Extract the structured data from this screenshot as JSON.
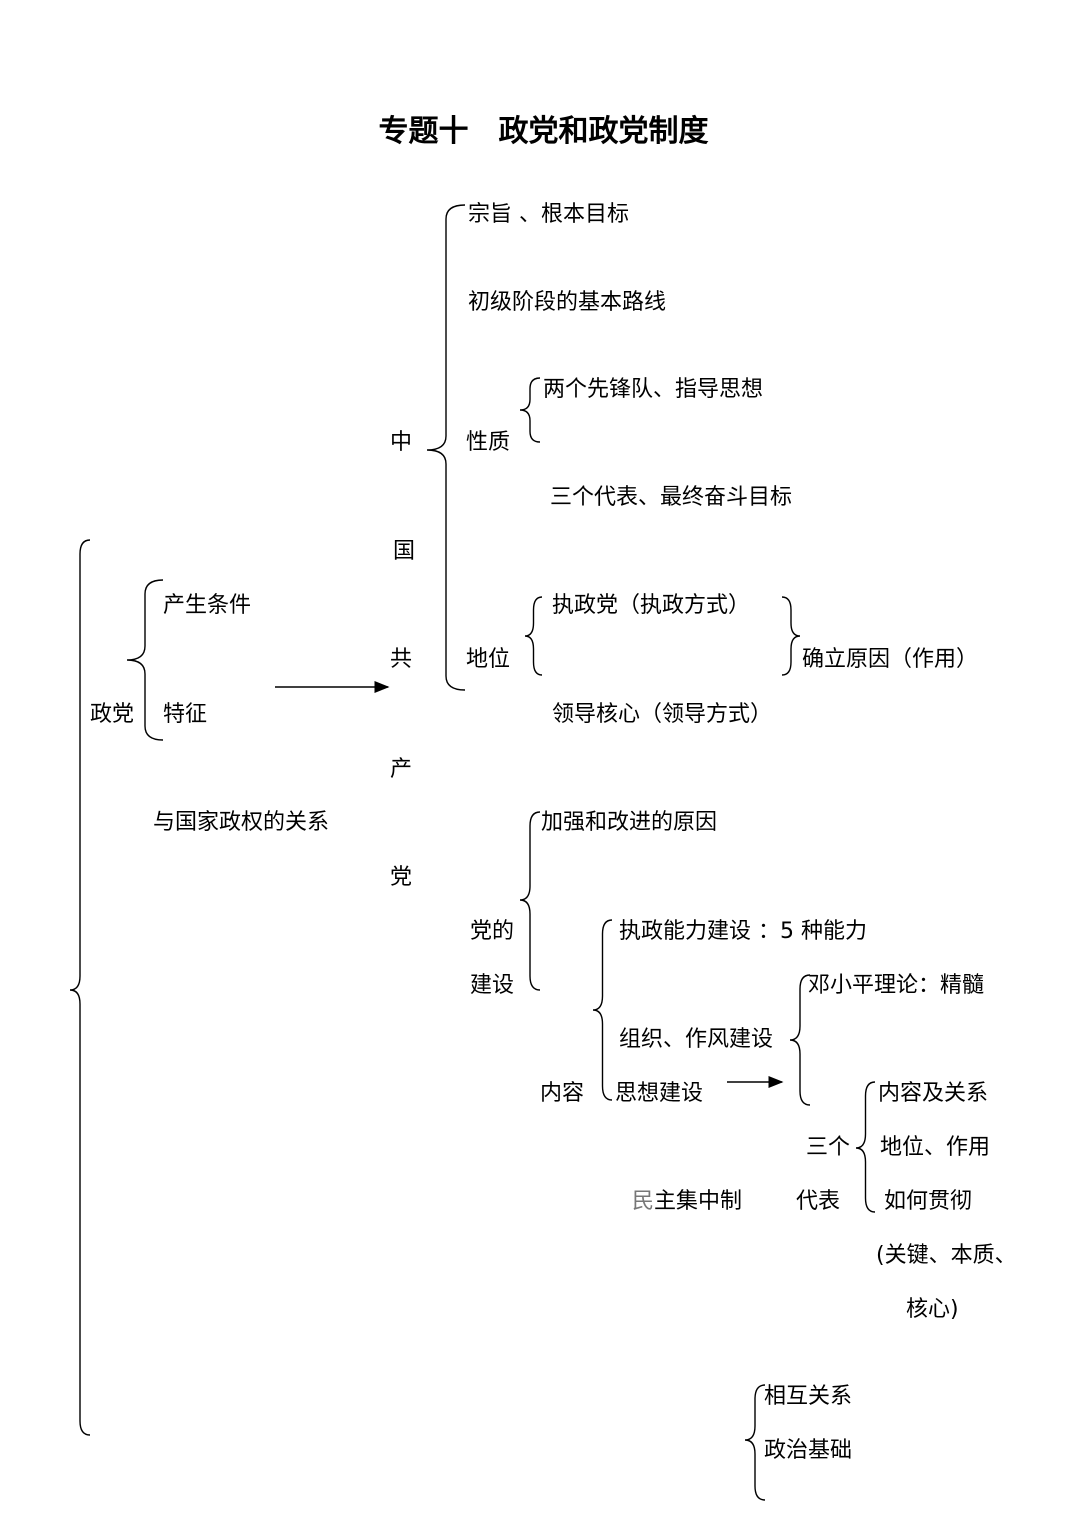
{
  "title": "专题十　政党和政党制度",
  "nodes": {
    "zongzhi": "宗旨 、根本目标",
    "luxian": "初级阶段的基本路线",
    "xianfengdui": "两个先锋队、指导思想",
    "zhong": "中",
    "xingzhi": "性质",
    "sange_daibiao_mubiao": "三个代表、最终奋斗目标",
    "guo": "国",
    "chansheng": "产生条件",
    "zhizhengdang": "执政党（执政方式）",
    "gong": "共",
    "diwei": "地位",
    "queli": "确立原因（作用）",
    "zhengdang": "政党",
    "tezheng": "特征",
    "lingdao": "领导核心（领导方式）",
    "chan": "产",
    "guanxi": "与国家政权的关系",
    "jiaqiang": "加强和改进的原因",
    "dang": "党",
    "dangde": "党的",
    "nengli": "执政能力建设 ：5 种能力",
    "jianshe": "建设",
    "deng": "邓小平理论：精髓",
    "zuzhi": "组织、作风建设",
    "neirong": "内容",
    "sixiang": "思想建设",
    "neirong_guanxi": "内容及关系",
    "sange": "三个",
    "diwei_zuoyong": "地位、作用",
    "min": "民",
    "zhujizhongzhi": "主集中制",
    "daibiao": "代表",
    "guanche": "如何贯彻",
    "guanjian": "(关键、本质、",
    "hexin": "核心)",
    "xianghu": "相互关系",
    "zhengzhi": "政治基础"
  }
}
